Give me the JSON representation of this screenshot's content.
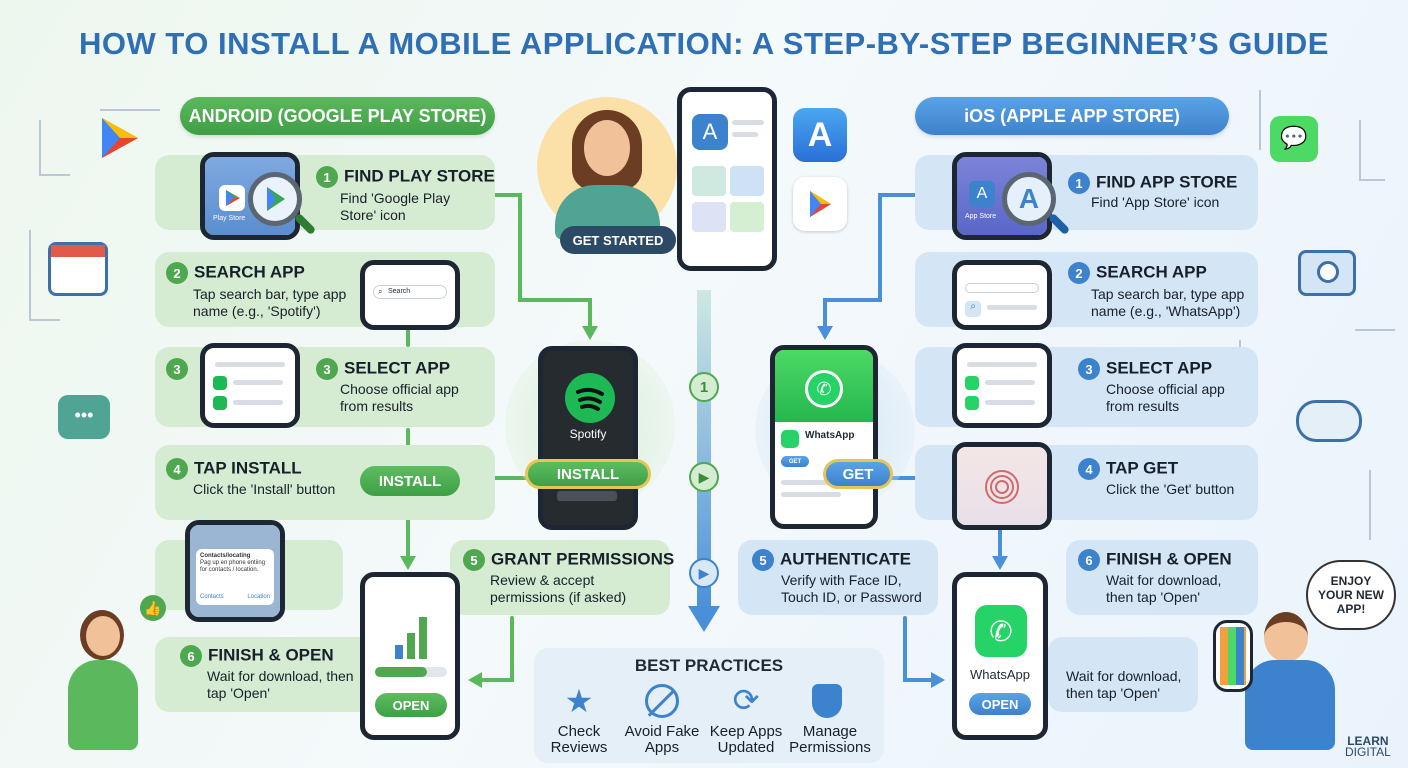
{
  "title": "HOW TO INSTALL A MOBILE APPLICATION: A STEP-BY-STEP BEGINNER’S GUIDE",
  "colors": {
    "green": "#4fa84f",
    "blue": "#3d82cc",
    "title": "#2f6fb4",
    "gold": "#e6c555"
  },
  "android": {
    "header": "ANDROID (GOOGLE PLAY STORE)",
    "steps": [
      {
        "num": "1",
        "title": "FIND PLAY STORE",
        "desc": "Find 'Google Play Store' icon"
      },
      {
        "num": "2",
        "title": "SEARCH APP",
        "desc": "Tap search bar, type app name (e.g., 'Spotify')"
      },
      {
        "num": "3",
        "title": "SELECT APP",
        "desc": "Choose official app from results"
      },
      {
        "num": "4",
        "title": "TAP INSTALL",
        "desc": "Click the 'Install' button"
      },
      {
        "num": "5",
        "title": "GRANT PERMISSIONS",
        "desc": "Review & accept permissions (if asked)"
      },
      {
        "num": "6",
        "title": "FINISH & OPEN",
        "desc": "Wait for download, then tap 'Open'"
      }
    ],
    "side_num": "3",
    "phone_label_play": "Play Store",
    "search_placeholder": "Search",
    "install_label": "INSTALL",
    "install_label_2": "INSTALL",
    "spotify_label": "Spotify",
    "perm_title": "Contacts/locating",
    "perm_body": "Pag up en phone entiing for contacts / location.",
    "perm_btn_1": "Contacts",
    "perm_btn_2": "Location",
    "open_label": "OPEN",
    "progress": 0.72
  },
  "ios": {
    "header": "iOS (APPLE APP STORE)",
    "steps": [
      {
        "num": "1",
        "title": "FIND APP STORE",
        "desc": "Find 'App Store' icon"
      },
      {
        "num": "2",
        "title": "SEARCH APP",
        "desc": "Tap search bar, type app name (e.g., 'WhatsApp')"
      },
      {
        "num": "3",
        "title": "SELECT APP",
        "desc": "Choose official app from results"
      },
      {
        "num": "4",
        "title": "TAP GET",
        "desc": "Click the 'Get' button"
      },
      {
        "num": "5",
        "title": "AUTHENTICATE",
        "desc": "Verify with Face ID, Touch ID, or Password"
      },
      {
        "num": "6",
        "title": "FINISH & OPEN",
        "desc": "Wait for download, then tap 'Open'"
      }
    ],
    "finish_desc_2": "Wait for download, then tap 'Open'",
    "phone_label_app": "App Store",
    "whatsapp_label": "WhatsApp",
    "get_small": "GET",
    "get_label": "GET",
    "open_label": "OPEN"
  },
  "center": {
    "get_started": "GET STARTED",
    "step_badge": "1"
  },
  "best_practices": {
    "title": "BEST PRACTICES",
    "items": [
      {
        "label": "Check Reviews",
        "icon": "star-icon"
      },
      {
        "label": "Avoid Fake Apps",
        "icon": "no-fake-icon"
      },
      {
        "label": "Keep Apps Updated",
        "icon": "refresh-icon"
      },
      {
        "label": "Manage Permissions",
        "icon": "shield-lock-icon"
      }
    ]
  },
  "speech_bubble": "ENJOY YOUR NEW APP!",
  "brand": {
    "line1": "LEARN",
    "line2": "DIGITAL"
  }
}
